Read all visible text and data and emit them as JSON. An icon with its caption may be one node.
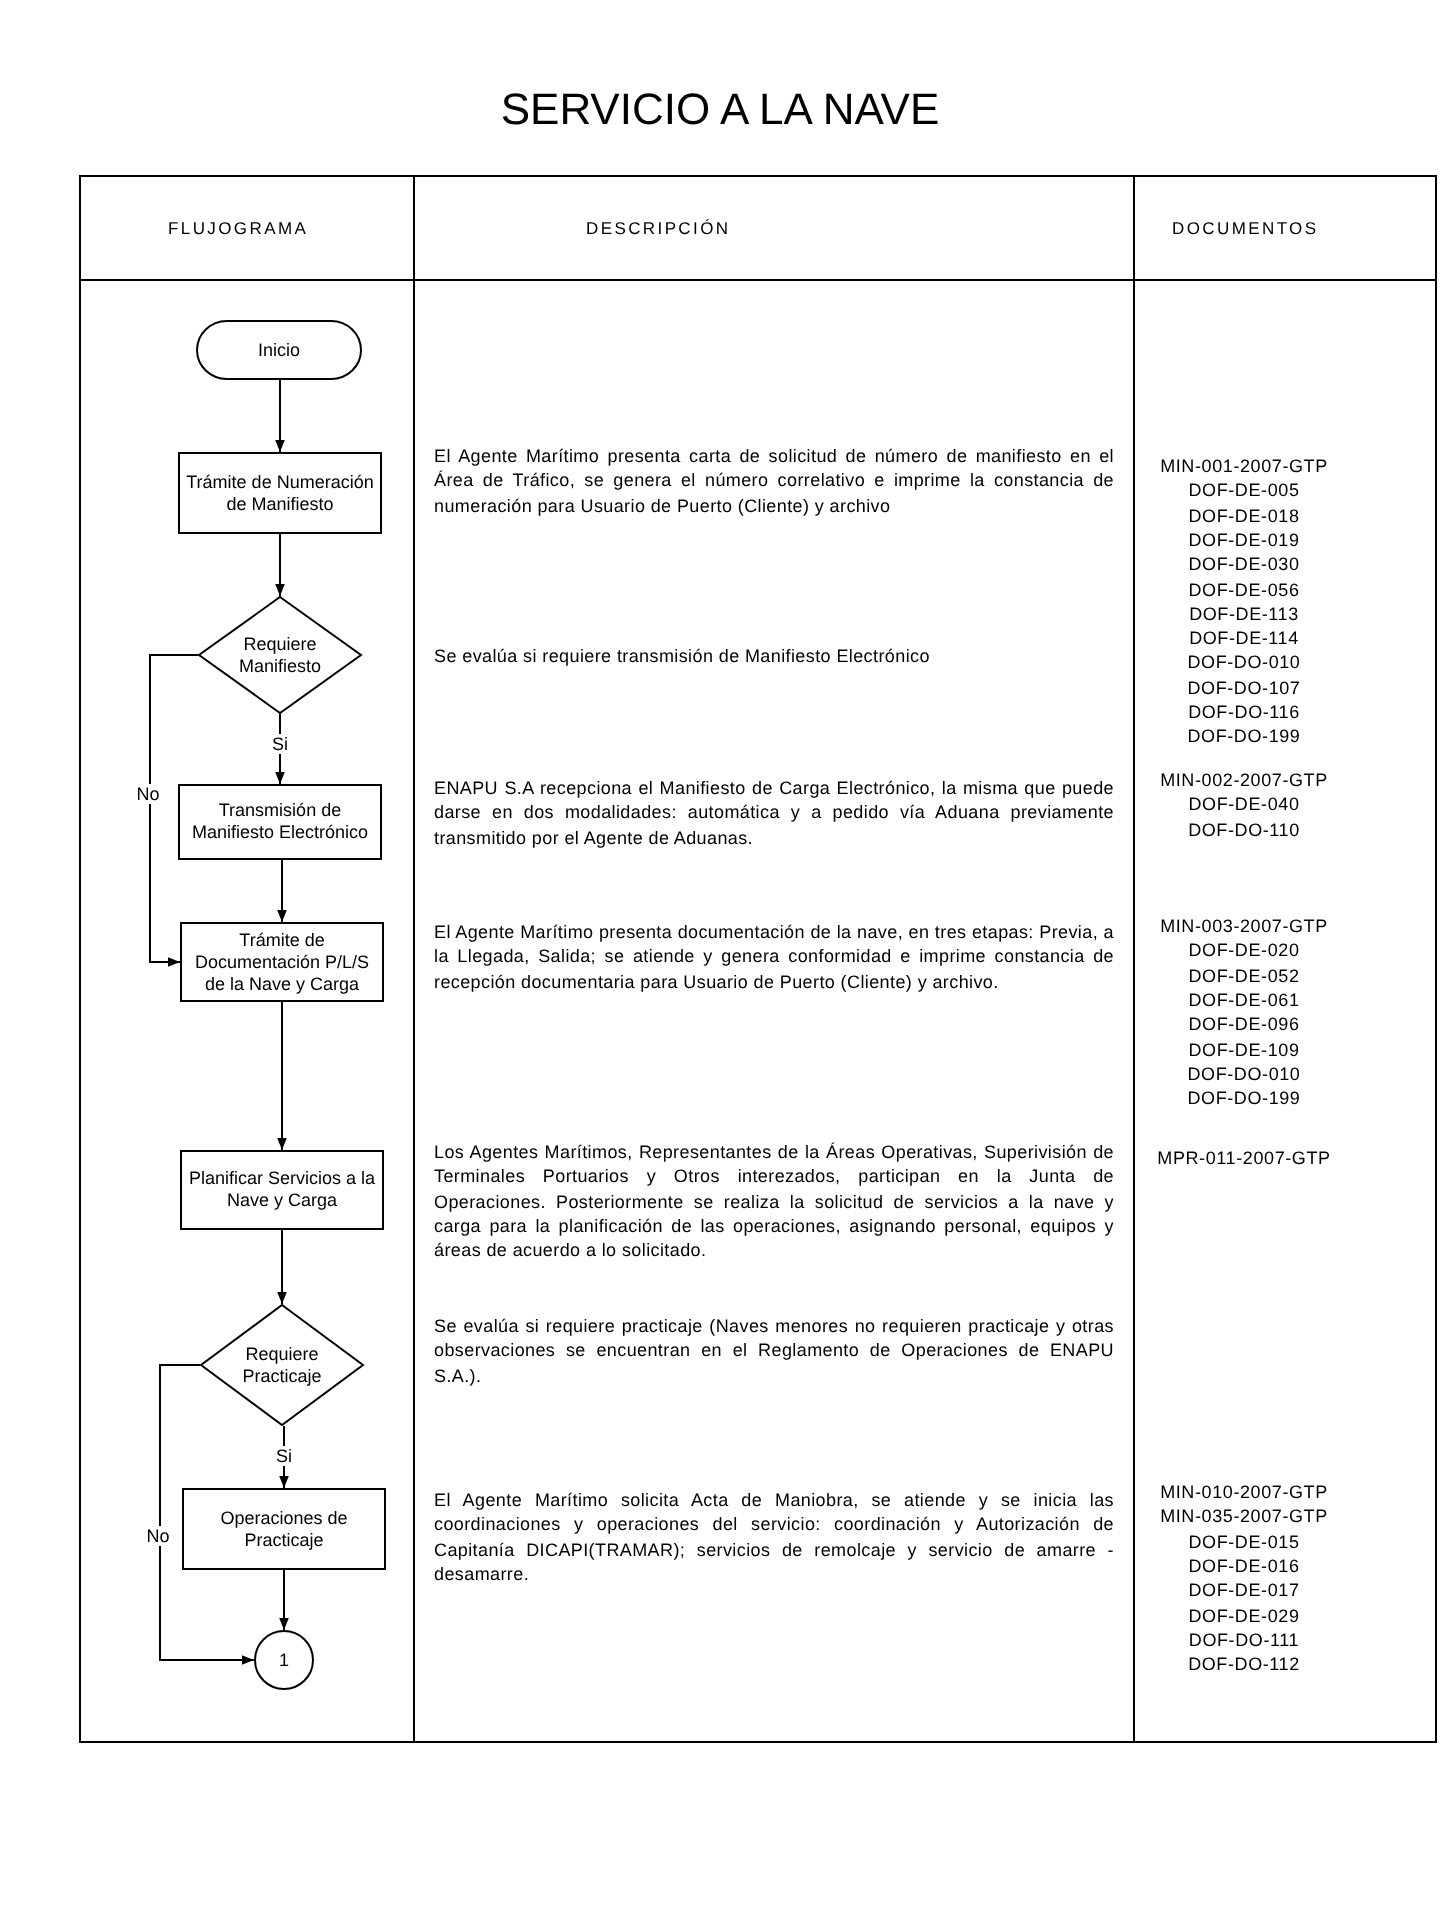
{
  "diagram": {
    "title": "SERVICIO A LA NAVE",
    "nodes": [
      {
        "text": [
          "Inicio"
        ]
      },
      {
        "text": [
          "Trámite de Numeración de Manifiesto"
        ]
      },
      {
        "text": [
          "Requiere Manifiesto"
        ]
      },
      {
        "text": [
          "Transmisión de Manifiesto Electrónico"
        ]
      },
      {
        "text": [
          "Trámite de Documentación P/L/S de la Nave y Carga"
        ]
      },
      {
        "text": [
          "Planificar Servicios a la Nave y Carga"
        ]
      },
      {
        "text": [
          "Requiere Practicaje"
        ]
      },
      {
        "text": [
          "Operaciones de Practicaje"
        ]
      },
      {
        "text": [
          "1"
        ]
      }
    ],
    "edges": [
      {
        "from": 0,
        "to": 1,
        "arrow": "to"
      },
      {
        "from": 1,
        "to": 2,
        "arrow": "to"
      },
      {
        "from": 2,
        "to": 3,
        "arrow": "to",
        "label": "Si"
      },
      {
        "from": 2,
        "to": 4,
        "arrow": "to",
        "label": "No"
      },
      {
        "from": 3,
        "to": 4,
        "arrow": "to"
      },
      {
        "from": 4,
        "to": 5,
        "arrow": "to"
      },
      {
        "from": 5,
        "to": 6,
        "arrow": "to"
      },
      {
        "from": 6,
        "to": 7,
        "arrow": "to",
        "label": "Si"
      },
      {
        "from": 6,
        "to": 8,
        "arrow": "to",
        "label": "No"
      },
      {
        "from": 7,
        "to": 8,
        "arrow": "to"
      }
    ],
    "labels": [
      "FLUJOGRAMA",
      "DESCRIPCIÓN",
      "DOCUMENTOS",
      "El Agente Marítimo presenta carta de solicitud de número de manifiesto en el Área de Tráfico, se genera el número correlativo e imprime la constancia de numeración para Usuario de Puerto (Cliente) y archivo",
      "MIN-001-2007-GTP",
      "DOF-DE-005",
      "DOF-DE-018",
      "DOF-DE-019",
      "DOF-DE-030",
      "DOF-DE-056",
      "DOF-DE-113",
      "DOF-DE-114",
      "DOF-DO-010",
      "DOF-DO-107",
      "DOF-DO-116",
      "DOF-DO-199",
      "Se evalúa si requiere transmisión de Manifiesto Electrónico",
      "ENAPU S.A recepciona el Manifiesto de Carga Electrónico, la misma que puede darse en dos modalidades: automática y a pedido vía Aduana previamente transmitido por el Agente de Aduanas.",
      "MIN-002-2007-GTP",
      "DOF-DE-040",
      "DOF-DO-110",
      "El Agente Marítimo presenta documentación de la nave, en tres etapas: Previa, a la Llegada, Salida; se atiende y genera conformidad e imprime constancia de recepción documentaria para Usuario de Puerto (Cliente) y archivo.",
      "MIN-003-2007-GTP",
      "DOF-DE-020",
      "DOF-DE-052",
      "DOF-DE-061",
      "DOF-DE-096",
      "DOF-DE-109",
      "DOF-DO-010",
      "DOF-DO-199",
      "Los Agentes Marítimos, Representantes de la Áreas Operativas, Superivisión de Terminales Portuarios y Otros interezados, participan en la Junta de Operaciones. Posteriormente se realiza la solicitud de servicios a la nave y carga para la planificación de las operaciones, asignando personal, equipos y áreas de acuerdo a lo solicitado.",
      "MPR-011-2007-GTP",
      "Se evalúa si requiere practicaje (Naves menores no requieren practicaje y otras observaciones se encuentran en el Reglamento de Operaciones de ENAPU S.A.).",
      "El Agente Marítimo solicita Acta de Maniobra, se atiende y se inicia las coordinaciones y operaciones del servicio: coordinación y Autorización de Capitanía DICAPI(TRAMAR); servicios de remolcaje y servicio de amarre - desamarre.",
      "MIN-010-2007-GTP",
      "MIN-035-2007-GTP",
      "DOF-DE-015",
      "DOF-DE-016",
      "DOF-DE-017",
      "DOF-DE-029",
      "DOF-DO-111",
      "DOF-DO-112"
    ]
  }
}
